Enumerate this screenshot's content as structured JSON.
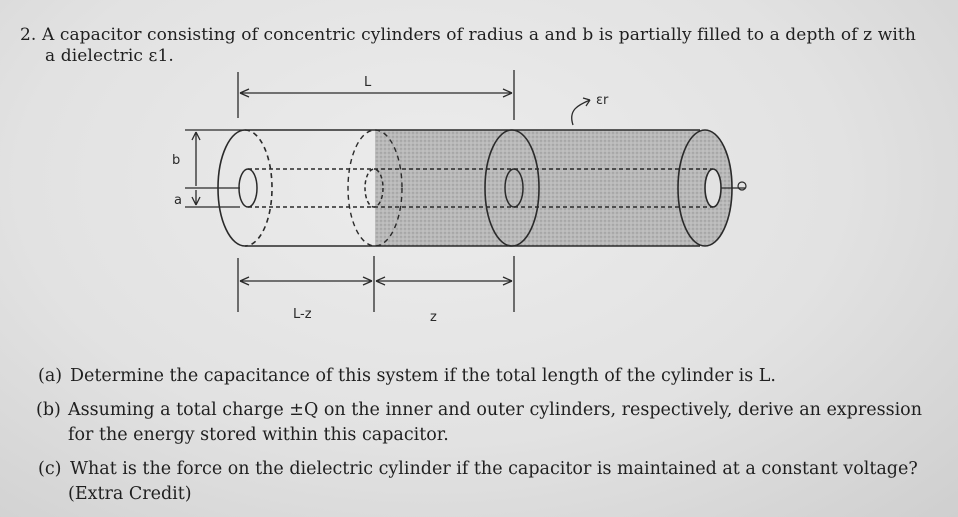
{
  "problem": {
    "number": "2.",
    "line1": "A capacitor consisting of concentric cylinders of radius a and b is partially filled to a depth of z with",
    "line2": "a dielectric ε1."
  },
  "figure": {
    "label_L": "L",
    "label_b": "b",
    "label_a": "a",
    "label_eps": "εr",
    "label_Lz": "L-z",
    "label_z": "z"
  },
  "parts": [
    {
      "label": "(a)",
      "text": "Determine the capacitance of this system if the total length of the cylinder is L."
    },
    {
      "label": "(b)",
      "text": "Assuming a total charge ±Q on the inner and outer cylinders, respectively, derive an expression",
      "text2": "for the energy stored within this capacitor."
    },
    {
      "label": "(c)",
      "text": "What is the force on the dielectric cylinder if the capacitor is maintained at a constant voltage?",
      "text2": "(Extra Credit)"
    }
  ]
}
